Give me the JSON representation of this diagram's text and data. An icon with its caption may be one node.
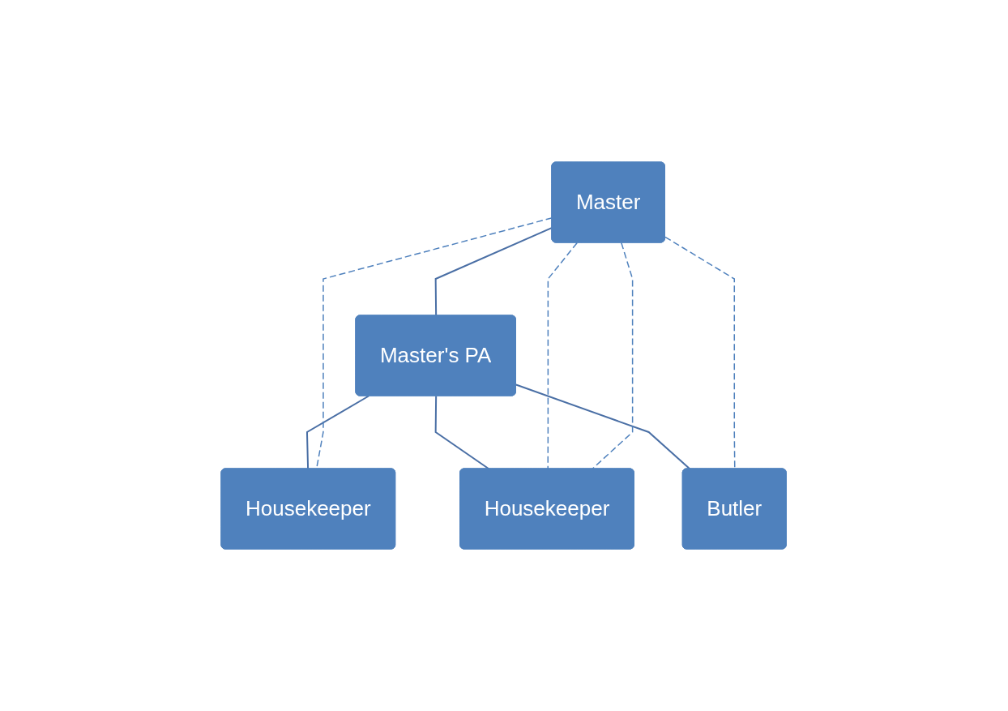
{
  "diagram": {
    "nodes": [
      {
        "text": [
          "Master"
        ]
      },
      {
        "text": [
          "Master's PA"
        ]
      },
      {
        "text": [
          "Housekeeper"
        ]
      },
      {
        "text": [
          "Housekeeper"
        ]
      },
      {
        "text": [
          "Butler"
        ]
      }
    ],
    "edges": [
      {
        "from": 0,
        "to": 1,
        "arrow": "none"
      },
      {
        "from": 1,
        "to": 2,
        "arrow": "none"
      },
      {
        "from": 1,
        "to": 3,
        "arrow": "none"
      },
      {
        "from": 1,
        "to": 4,
        "arrow": "none"
      },
      {
        "from": 0,
        "to": 2,
        "arrow": "none",
        "style": "dashed"
      },
      {
        "from": 0,
        "to": 3,
        "arrow": "none",
        "style": "dashed"
      },
      {
        "from": 0,
        "to": 3,
        "arrow": "none",
        "style": "dashed"
      },
      {
        "from": 0,
        "to": 4,
        "arrow": "none",
        "style": "dashed"
      }
    ]
  }
}
